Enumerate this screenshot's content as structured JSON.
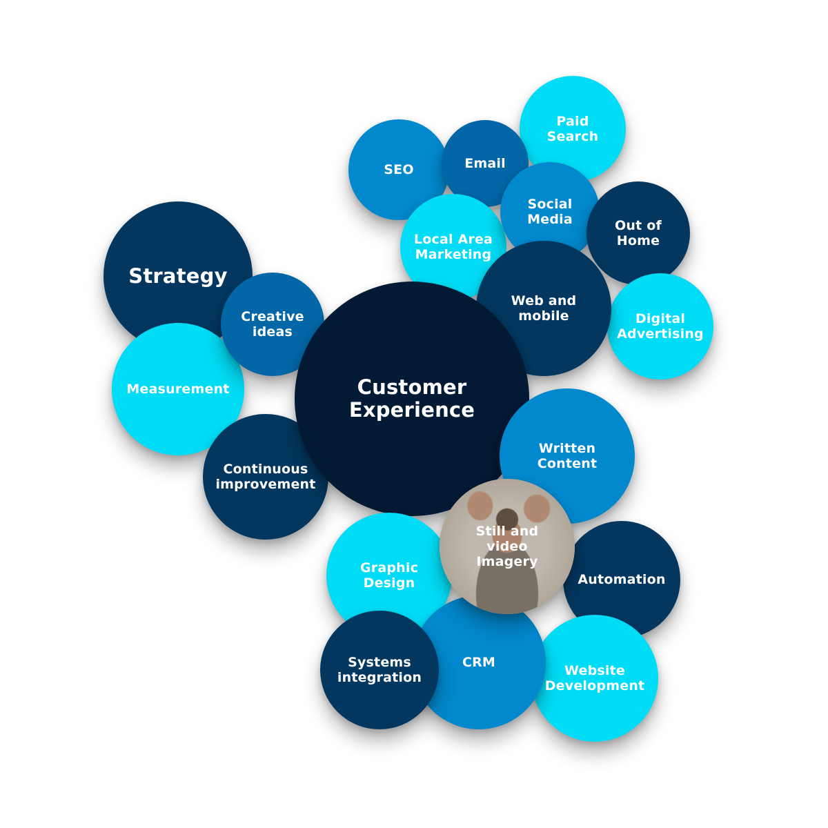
{
  "colors": {
    "navy_darkest": "#021a33",
    "navy_dark": "#03375f",
    "blue_mid": "#0366a6",
    "blue_bright": "#0288cc",
    "cyan": "#00dcf5"
  },
  "bubbles": [
    {
      "id": "paid-search",
      "label": "Paid\nSearch",
      "color": "#00dcf5"
    },
    {
      "id": "seo",
      "label": "SEO",
      "color": "#0288cc"
    },
    {
      "id": "email",
      "label": "Email",
      "color": "#0366a6"
    },
    {
      "id": "social-media",
      "label": "Social\nMedia",
      "color": "#0288cc"
    },
    {
      "id": "local-area-marketing",
      "label": "Local Area\nMarketing",
      "color": "#00dcf5"
    },
    {
      "id": "out-of-home",
      "label": "Out of\nHome",
      "color": "#03375f"
    },
    {
      "id": "web-and-mobile",
      "label": "Web and\nmobile",
      "color": "#03375f"
    },
    {
      "id": "digital-advertising",
      "label": "Digital\nAdvertising",
      "color": "#00dcf5"
    },
    {
      "id": "strategy",
      "label": "Strategy",
      "color": "#03375f"
    },
    {
      "id": "creative-ideas",
      "label": "Creative\nideas",
      "color": "#0366a6"
    },
    {
      "id": "measurement",
      "label": "Measurement",
      "color": "#00dcf5"
    },
    {
      "id": "customer-experience",
      "label": "Customer\nExperience",
      "color": "#021a33"
    },
    {
      "id": "written-content",
      "label": "Written\nContent",
      "color": "#0288cc"
    },
    {
      "id": "continuous-improvement",
      "label": "Continuous\nimprovement",
      "color": "#03375f"
    },
    {
      "id": "graphic-design",
      "label": "Graphic\nDesign",
      "color": "#00dcf5"
    },
    {
      "id": "still-and-video-imagery",
      "label": "Still and\nvideo\nImagery",
      "color": "#b8ab99",
      "photo": true
    },
    {
      "id": "automation",
      "label": "Automation",
      "color": "#03375f"
    },
    {
      "id": "website-development",
      "label": "Website\nDevelopment",
      "color": "#00dcf5"
    },
    {
      "id": "crm",
      "label": "CRM",
      "color": "#0288cc"
    },
    {
      "id": "systems-integration",
      "label": "Systems\nintegration",
      "color": "#03375f"
    }
  ]
}
